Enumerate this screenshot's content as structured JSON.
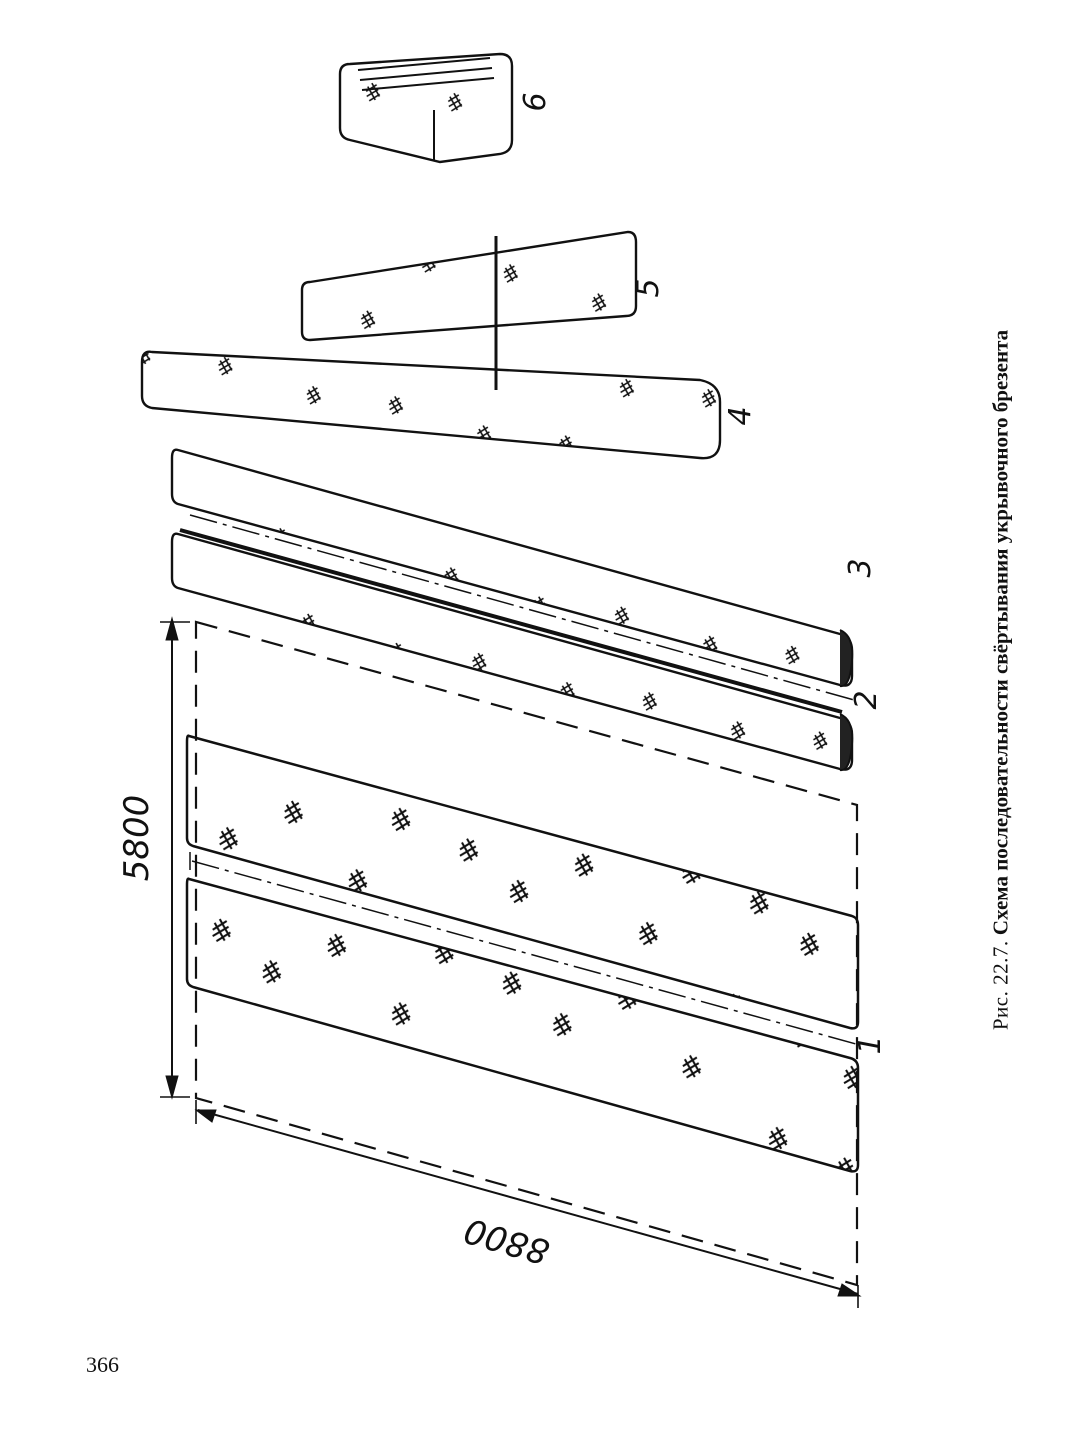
{
  "figure": {
    "dimension_width": "8800",
    "dimension_height": "5800",
    "step_labels": [
      "1",
      "2",
      "3",
      "4",
      "5",
      "6"
    ],
    "colors": {
      "ink": "#111111",
      "paper": "#ffffff"
    }
  },
  "caption": {
    "number": "Рис. 22.7.",
    "text": "Схема последовательности свёртывания укрывочного брезента"
  },
  "page": {
    "number": "366"
  }
}
